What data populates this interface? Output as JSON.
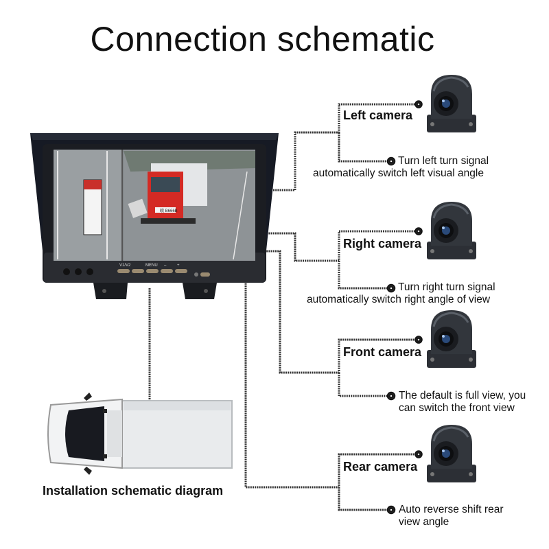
{
  "title": "Connection schematic",
  "install_label": "Installation schematic diagram",
  "monitor": {
    "button_labels": [
      "V1/V2",
      "MENU",
      "–",
      "+"
    ],
    "plate_text": "皖 B666B"
  },
  "cameras": [
    {
      "label": "Left camera",
      "desc_line1": "Turn left turn signal",
      "desc_line2": "automatically switch left visual angle"
    },
    {
      "label": "Right camera",
      "desc_line1": "Turn right turn signal",
      "desc_line2": "automatically switch right angle of view"
    },
    {
      "label": "Front camera",
      "desc_line1": "The default is full view, you",
      "desc_line2": "can switch the front view"
    },
    {
      "label": "Rear camera",
      "desc_line1": "Auto reverse shift rear",
      "desc_line2": "view angle"
    }
  ],
  "colors": {
    "wire": "#333333",
    "text": "#111111",
    "truck_red": "#d42a24",
    "screen_gray": "#8a8f92"
  },
  "icons": [
    "camera-icon",
    "monitor-icon",
    "truck-icon",
    "connector-dot-icon"
  ]
}
